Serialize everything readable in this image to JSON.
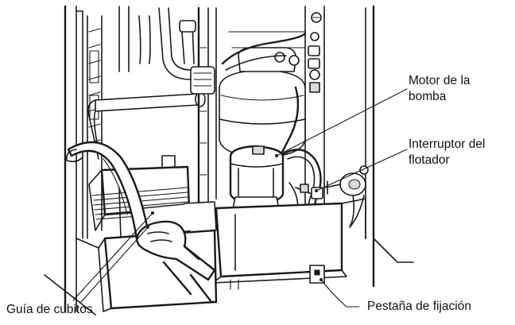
{
  "diagram": {
    "labels": {
      "pump_motor": [
        "Motor de la",
        "bomba"
      ],
      "float_switch": [
        "Interruptor del",
        "flotador"
      ],
      "cube_guide": "Guía de cubitos",
      "locking_tab": "Pestaña de fijación"
    },
    "colors": {
      "line": "#1a1a1a",
      "background": "#ffffff",
      "shade": "#d9d9d9"
    }
  }
}
